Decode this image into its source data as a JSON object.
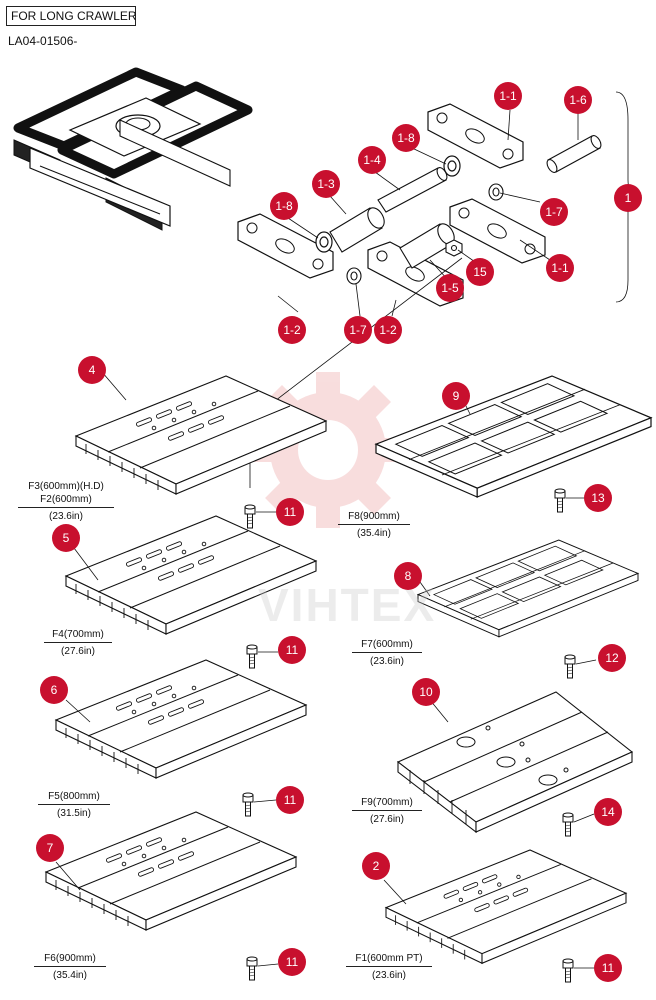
{
  "header": {
    "title": "FOR LONG CRAWLER",
    "code": "LA04-01506-"
  },
  "watermark": "VIHTEX",
  "colors": {
    "bubble": "#c8102e",
    "line": "#111111",
    "watermark": "#e8b8b8"
  },
  "callouts": {
    "c1_1a": "1-1",
    "c1_6": "1-6",
    "c1_8a": "1-8",
    "c1_4": "1-4",
    "c1_3": "1-3",
    "c1_8b": "1-8",
    "c1_7a": "1-7",
    "c1": "1",
    "c1_1b": "1-1",
    "c15": "15",
    "c1_5": "1-5",
    "c1_2a": "1-2",
    "c1_7b": "1-7",
    "c1_2b": "1-2",
    "c4": "4",
    "c9": "9",
    "c11a": "11",
    "c13": "13",
    "c5": "5",
    "c8": "8",
    "c11b": "11",
    "c12": "12",
    "c6": "6",
    "c10": "10",
    "c11c": "11",
    "c14": "14",
    "c7": "7",
    "c2": "2",
    "c11d": "11",
    "c11e": "11"
  },
  "captions": {
    "f3": {
      "line0": "F3(600mm)(H.D)",
      "line1": "F2(600mm)",
      "line2": "(23.6in)"
    },
    "f8": {
      "line1": "F8(900mm)",
      "line2": "(35.4in)"
    },
    "f4": {
      "line1": "F4(700mm)",
      "line2": "(27.6in)"
    },
    "f7": {
      "line1": "F7(600mm)",
      "line2": "(23.6in)"
    },
    "f5": {
      "line1": "F5(800mm)",
      "line2": "(31.5in)"
    },
    "f9": {
      "line1": "F9(700mm)",
      "line2": "(27.6in)"
    },
    "f6": {
      "line1": "F6(900mm)",
      "line2": "(35.4in)"
    },
    "f1": {
      "line1": "F1(600mm PT)",
      "line2": "(23.6in)"
    }
  }
}
